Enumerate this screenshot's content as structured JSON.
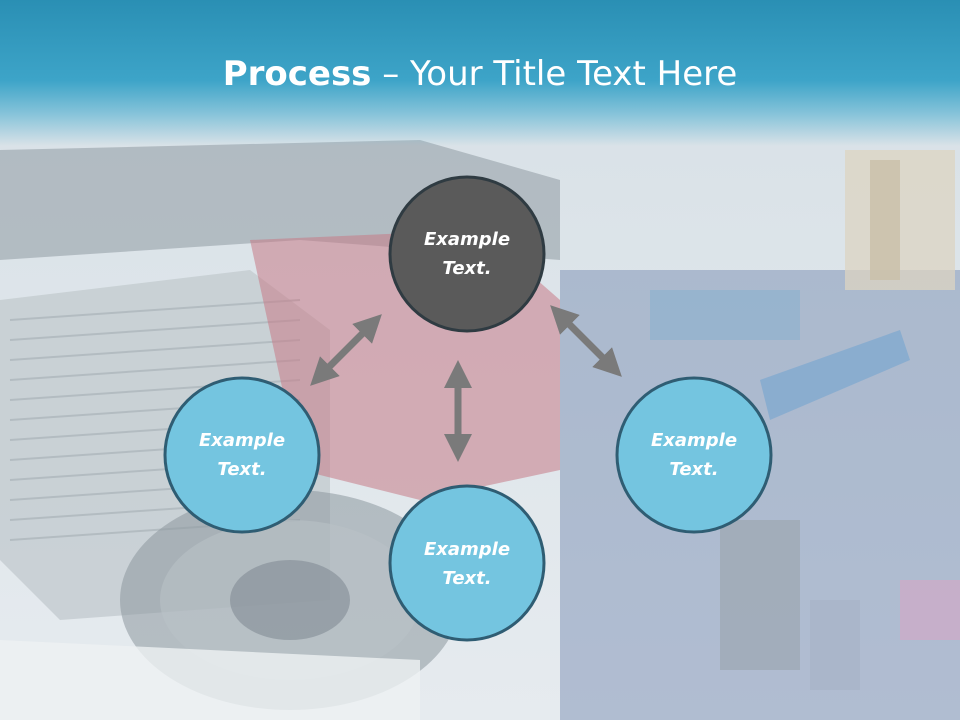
{
  "slide": {
    "title_bold": "Process",
    "title_rest": " – Your Title Text Here"
  },
  "nodes": [
    {
      "line1": "Example",
      "line2": "Text.",
      "fill": "#5a5a5a"
    },
    {
      "line1": "Example",
      "line2": "Text.",
      "fill": "#74c5e0"
    },
    {
      "line1": "Example",
      "line2": "Text.",
      "fill": "#74c5e0"
    },
    {
      "line1": "Example",
      "line2": "Text.",
      "fill": "#74c5e0"
    }
  ],
  "colors": {
    "header": "#3da4c8",
    "circle_stroke": "#2f5d73",
    "arrow": "#7a7a7a"
  }
}
